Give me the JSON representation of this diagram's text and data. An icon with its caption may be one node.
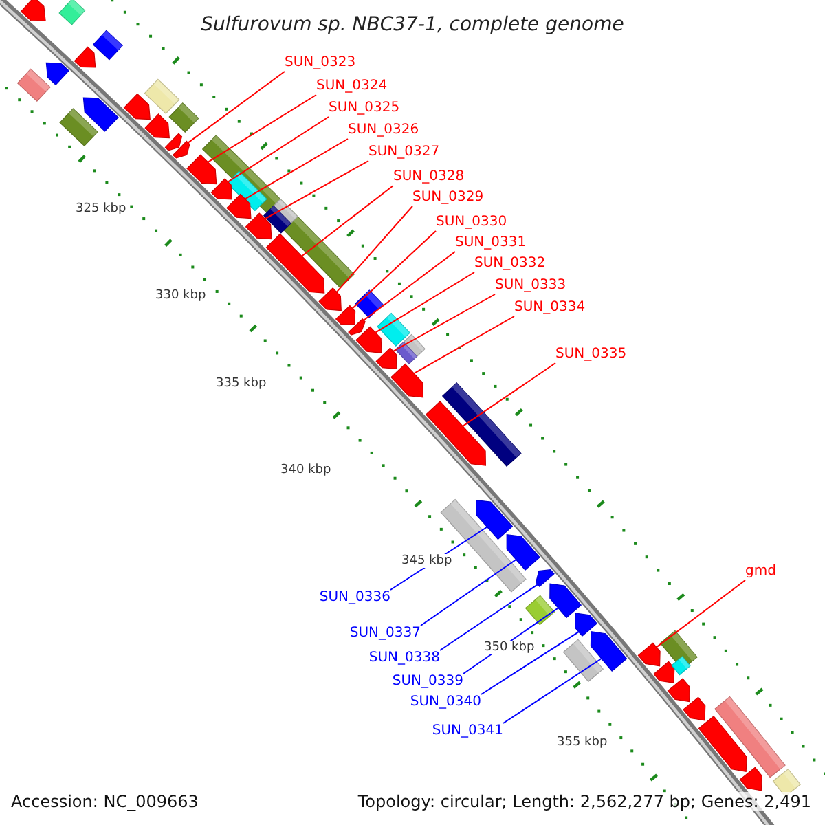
{
  "diagram": {
    "title": "Sulfurovum sp. NBC37-1, complete genome",
    "nodes": [
      {
        "text": [
          "SUN_0323"
        ]
      },
      {
        "text": [
          "SUN_0324"
        ]
      },
      {
        "text": [
          "SUN_0325"
        ]
      },
      {
        "text": [
          "SUN_0326"
        ]
      },
      {
        "text": [
          "SUN_0327"
        ]
      },
      {
        "text": [
          "SUN_0328"
        ]
      },
      {
        "text": [
          "SUN_0329"
        ]
      },
      {
        "text": [
          "SUN_0330"
        ]
      },
      {
        "text": [
          "SUN_0331"
        ]
      },
      {
        "text": [
          "SUN_0332"
        ]
      },
      {
        "text": [
          "SUN_0333"
        ]
      },
      {
        "text": [
          "SUN_0334"
        ]
      },
      {
        "text": [
          "SUN_0335"
        ]
      },
      {
        "text": [
          "gmd"
        ]
      },
      {
        "text": [
          "SUN_0336"
        ]
      },
      {
        "text": [
          "SUN_0337"
        ]
      },
      {
        "text": [
          "SUN_0338"
        ]
      },
      {
        "text": [
          "SUN_0339"
        ]
      },
      {
        "text": [
          "SUN_0340"
        ]
      },
      {
        "text": [
          "SUN_0341"
        ]
      },
      {
        "text": [],
        "shape": "arrow"
      },
      {
        "text": [],
        "shape": "bar"
      },
      {
        "text": [],
        "shape": "bar"
      },
      {
        "text": [],
        "shape": "arrow"
      },
      {
        "text": [],
        "shape": "arrow"
      },
      {
        "text": [],
        "shape": "bar"
      },
      {
        "text": [],
        "shape": "arrow"
      },
      {
        "text": [],
        "shape": "bar"
      },
      {
        "text": [],
        "shape": "arrow"
      },
      {
        "text": [],
        "shape": "bar"
      },
      {
        "text": [],
        "shape": "arrow"
      },
      {
        "text": [],
        "shape": "bar"
      },
      {
        "text": [],
        "shape": "arrow"
      },
      {
        "text": [],
        "shape": "arrow"
      },
      {
        "text": [],
        "shape": "bar"
      },
      {
        "text": [],
        "shape": "arrow"
      },
      {
        "text": [],
        "shape": "arrow"
      },
      {
        "text": [],
        "shape": "bar",
        "in": 34
      },
      {
        "text": [],
        "shape": "arrow"
      },
      {
        "text": [],
        "shape": "arrow"
      },
      {
        "text": [],
        "shape": "bar",
        "in": 34
      },
      {
        "text": [],
        "shape": "bar",
        "in": 34
      },
      {
        "text": [],
        "shape": "arrow"
      },
      {
        "text": [],
        "shape": "arrow"
      },
      {
        "text": [],
        "shape": "arrow"
      },
      {
        "text": [],
        "shape": "bar"
      },
      {
        "text": [],
        "shape": "arrow"
      },
      {
        "text": [],
        "shape": "arrow"
      },
      {
        "text": [],
        "shape": "bar"
      },
      {
        "text": [],
        "shape": "arrow"
      },
      {
        "text": [],
        "shape": "bar"
      },
      {
        "text": [],
        "shape": "bar"
      },
      {
        "text": [],
        "shape": "arrow"
      },
      {
        "text": [],
        "shape": "bar"
      },
      {
        "text": [],
        "shape": "arrow"
      },
      {
        "text": [],
        "shape": "bar"
      },
      {
        "text": [],
        "shape": "arrow"
      },
      {
        "text": [],
        "shape": "arrow"
      },
      {
        "text": [],
        "shape": "arrow"
      },
      {
        "text": [],
        "shape": "arrow"
      },
      {
        "text": [],
        "shape": "bar"
      },
      {
        "text": [],
        "shape": "arrow"
      },
      {
        "text": [],
        "shape": "bar"
      },
      {
        "text": [],
        "shape": "arrow"
      },
      {
        "text": [],
        "shape": "arrow"
      },
      {
        "text": [],
        "shape": "bar"
      },
      {
        "text": [],
        "shape": "arrow"
      },
      {
        "text": [],
        "shape": "bar"
      },
      {
        "text": [],
        "shape": "arrow"
      },
      {
        "text": [],
        "shape": "arrow"
      },
      {
        "text": [],
        "shape": "bar"
      },
      {
        "text": [],
        "shape": "arrow"
      },
      {
        "text": [],
        "shape": "arrow"
      },
      {
        "text": [],
        "shape": "bar"
      }
    ],
    "edges": [
      {
        "from": 0,
        "to": 33,
        "arrow": "none"
      },
      {
        "from": 1,
        "to": 35,
        "arrow": "none"
      },
      {
        "from": 2,
        "to": 36,
        "arrow": "none"
      },
      {
        "from": 3,
        "to": 38,
        "arrow": "none"
      },
      {
        "from": 4,
        "to": 39,
        "arrow": "none"
      },
      {
        "from": 5,
        "to": 42,
        "arrow": "none"
      },
      {
        "from": 6,
        "to": 43,
        "arrow": "none"
      },
      {
        "from": 7,
        "to": 44,
        "arrow": "none"
      },
      {
        "from": 8,
        "to": 46,
        "arrow": "none"
      },
      {
        "from": 9,
        "to": 47,
        "arrow": "none"
      },
      {
        "from": 10,
        "to": 49,
        "arrow": "none"
      },
      {
        "from": 11,
        "to": 52,
        "arrow": "none"
      },
      {
        "from": 12,
        "to": 54,
        "arrow": "none"
      },
      {
        "from": 13,
        "to": 64,
        "arrow": "none"
      },
      {
        "from": 14,
        "to": 56,
        "arrow": "none",
        "color": "#0000ff"
      },
      {
        "from": 15,
        "to": 57,
        "arrow": "none",
        "color": "#0000ff"
      },
      {
        "from": 16,
        "to": 58,
        "arrow": "none",
        "color": "#0000ff"
      },
      {
        "from": 17,
        "to": 59,
        "arrow": "none",
        "color": "#0000ff"
      },
      {
        "from": 18,
        "to": 61,
        "arrow": "none",
        "color": "#0000ff"
      },
      {
        "from": 19,
        "to": 63,
        "arrow": "none",
        "color": "#0000ff"
      }
    ],
    "labels": [
      "325 kbp",
      "330 kbp",
      "335 kbp",
      "340 kbp",
      "345 kbp",
      "350 kbp",
      "355 kbp",
      "Accession: NC_009663",
      "Topology: circular; Length: 2,562,277 bp; Genes: 2,491"
    ]
  }
}
